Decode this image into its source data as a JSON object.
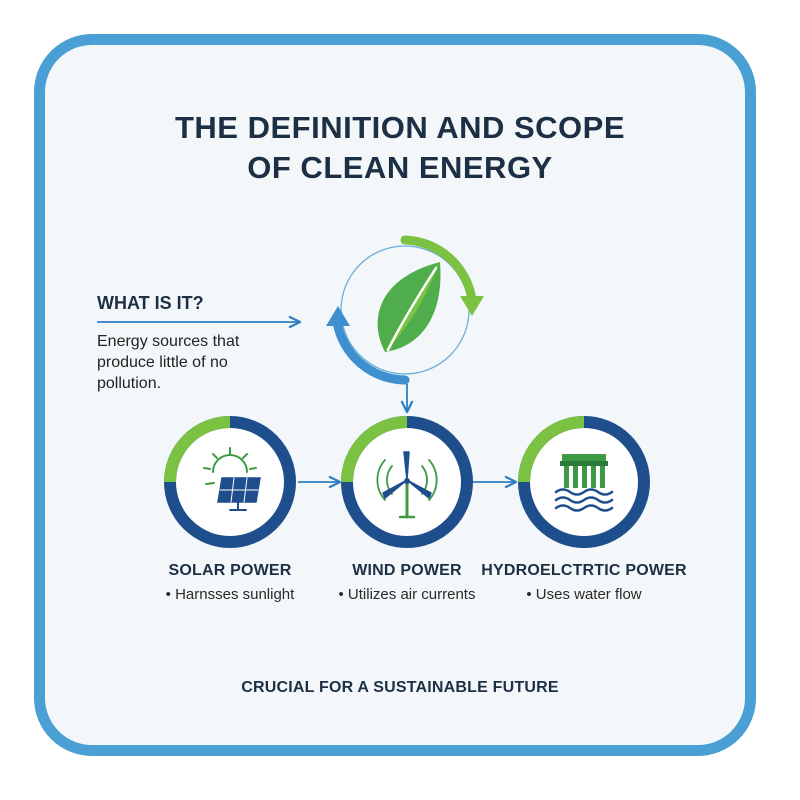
{
  "title": {
    "line1": "THE DEFINITION AND SCOPE",
    "line2": "OF CLEAN ENERGY"
  },
  "definition": {
    "heading": "WHAT IS IT?",
    "description": "Energy sources that produce little of no pollution."
  },
  "center_icon": "leaf-icon",
  "sources": [
    {
      "name": "SOLAR POWER",
      "description": "• Harnsses sunlight",
      "icon": "solar-panel-icon"
    },
    {
      "name": "WIND POWER",
      "description": "• Utilizes air currents",
      "icon": "wind-turbine-icon"
    },
    {
      "name": "HYDROELCTRTIC POWER",
      "description": "• Uses water flow",
      "icon": "hydro-dam-icon"
    }
  ],
  "footer": "CRUCIAL FOR A SUSTAINABLE FUTURE",
  "colors": {
    "frame": "#4a9fd4",
    "navy": "#1f4e8c",
    "green": "#7cc242",
    "icon_green": "#3f9a45",
    "arrow_blue": "#2f7fc4",
    "text_dark": "#1c2f44"
  }
}
